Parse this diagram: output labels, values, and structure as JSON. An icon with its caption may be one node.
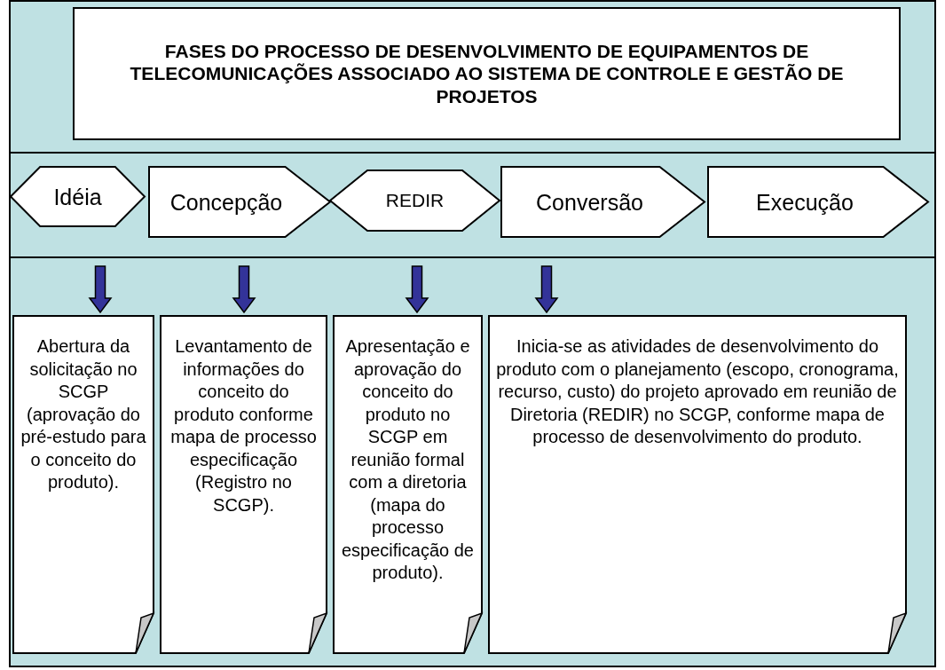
{
  "diagram": {
    "title": "FASES DO PROCESSO DE DESENVOLVIMENTO DE EQUIPAMENTOS DE TELECOMUNICAÇÕES ASSOCIADO AO SISTEMA DE CONTROLE E GESTÃO DE PROJETOS",
    "nodes": [
      {
        "text": [
          "Idéia"
        ]
      },
      {
        "text": [
          "Concepção"
        ]
      },
      {
        "text": [
          "REDIR"
        ]
      },
      {
        "text": [
          "Conversão"
        ]
      },
      {
        "text": [
          "Execução"
        ]
      },
      {
        "text": [
          "Abertura da solicitação no SCGP (aprovação do pré-estudo para o conceito do produto)."
        ]
      },
      {
        "text": [
          "Levantamento de informações do conceito do produto conforme mapa de processo especificação (Registro no SCGP)."
        ]
      },
      {
        "text": [
          "Apresentação e aprovação do conceito do produto no SCGP em reunião formal com a diretoria (mapa do processo especificação de produto)."
        ]
      },
      {
        "text": [
          "Inicia-se as atividades de desenvolvimento do produto com o planejamento (escopo, cronograma, recurso, custo) do projeto aprovado em reunião de Diretoria (REDIR) no SCGP, conforme mapa de processo de desenvolvimento do produto."
        ]
      }
    ],
    "edges": [
      {
        "from": null,
        "to": 5,
        "arrow": "to",
        "style": "thick",
        "color": "#333399"
      },
      {
        "from": null,
        "to": 6,
        "arrow": "to",
        "style": "thick",
        "color": "#333399"
      },
      {
        "from": null,
        "to": 7,
        "arrow": "to",
        "style": "thick",
        "color": "#333399"
      },
      {
        "from": null,
        "to": 8,
        "arrow": "to",
        "style": "thick",
        "color": "#333399"
      }
    ]
  }
}
